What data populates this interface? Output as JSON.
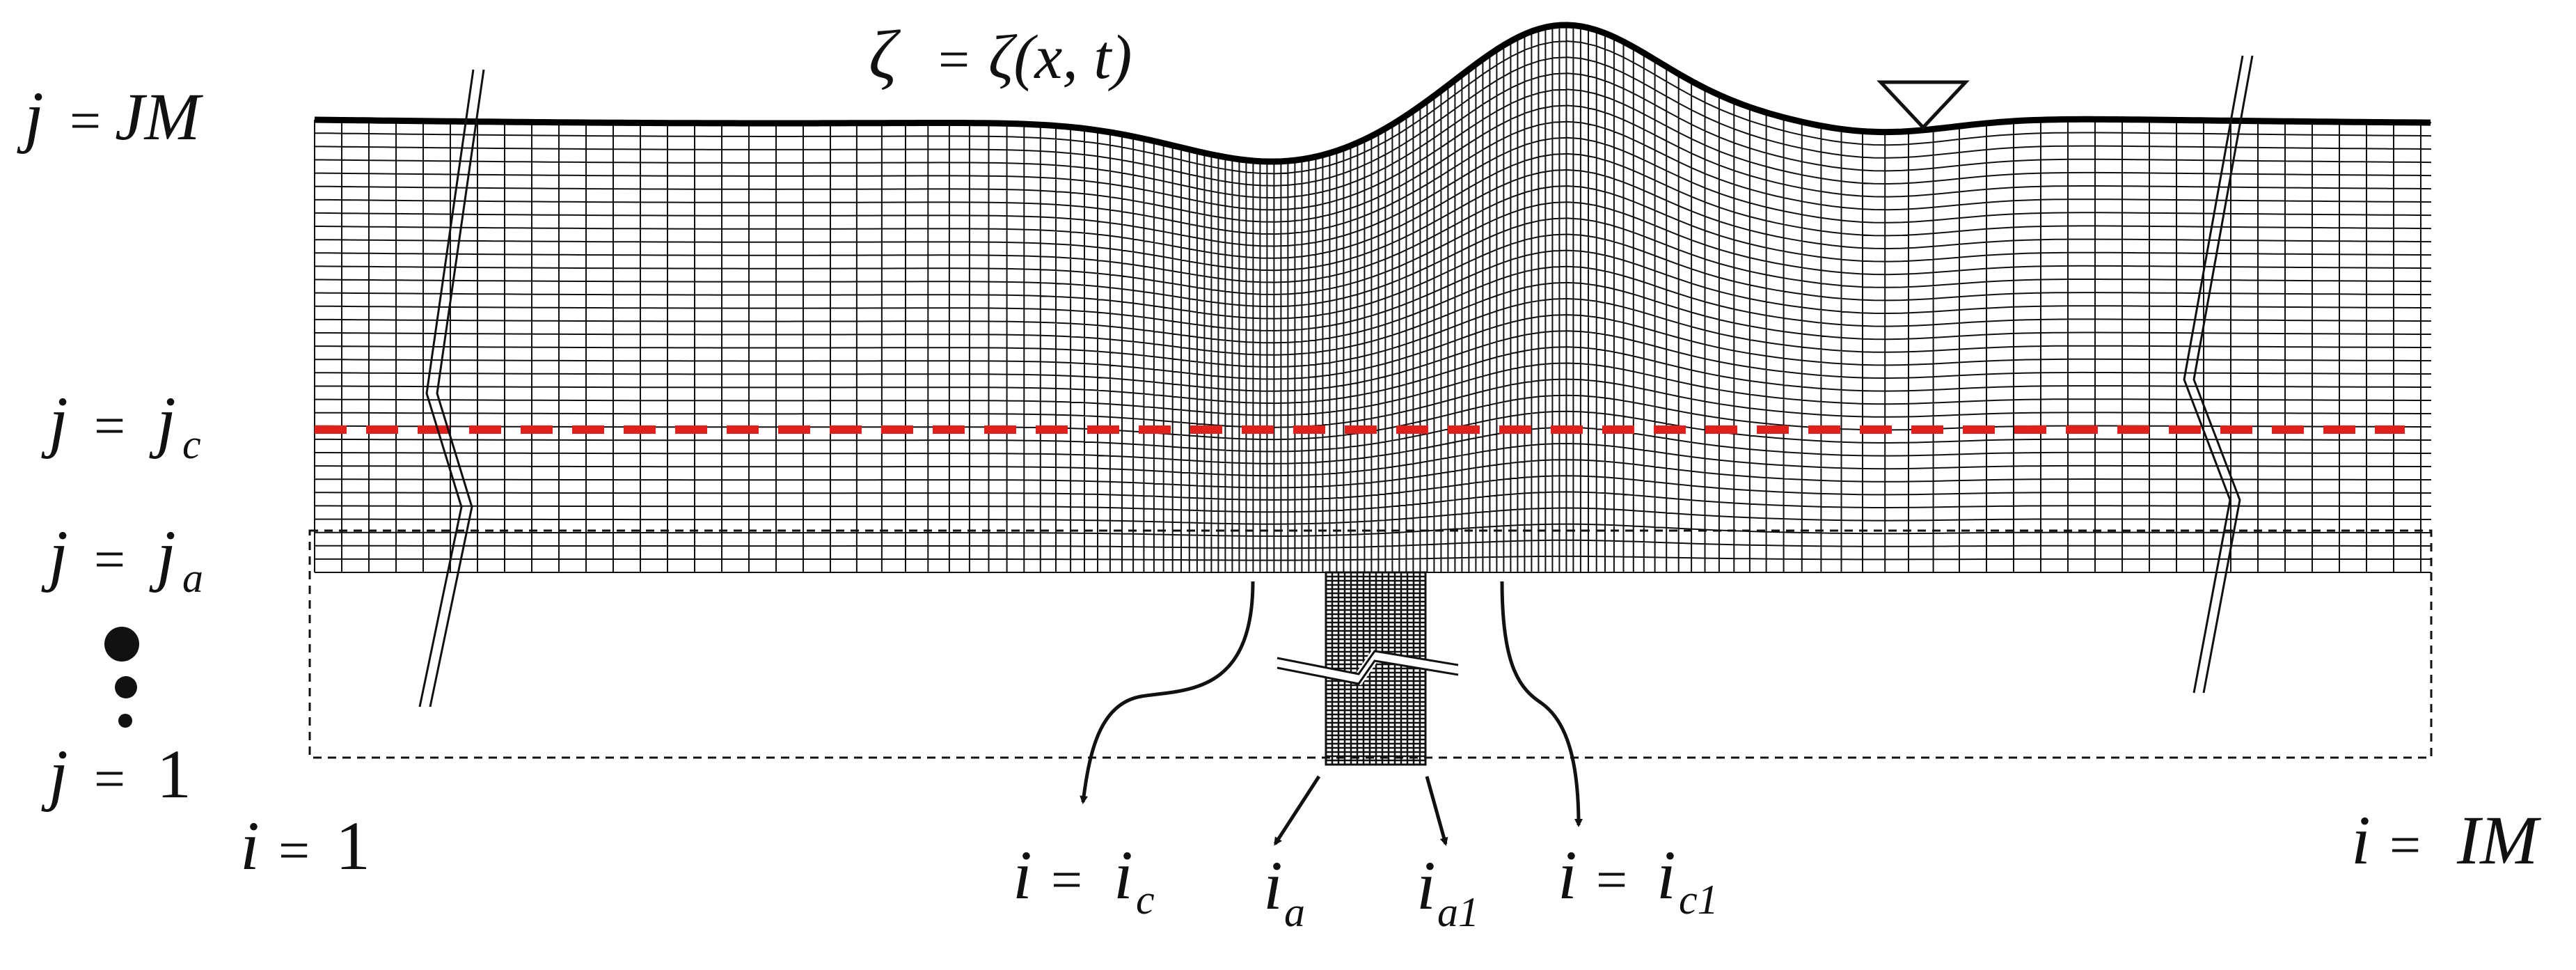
{
  "labels": {
    "surface_equation": {
      "lhs": "ζ",
      "eq": "=",
      "rhs": "ζ(x, t)"
    },
    "j_top": {
      "var": "j",
      "eq": "=",
      "value": "JM"
    },
    "j_c": {
      "var": "j",
      "eq": "=",
      "value": "j",
      "sub": "c"
    },
    "j_a": {
      "var": "j",
      "eq": "=",
      "value": "j",
      "sub": "a"
    },
    "j_1": {
      "var": "j",
      "eq": "=",
      "value": "1"
    },
    "i_1": {
      "var": "i",
      "eq": "=",
      "value": "1"
    },
    "i_IM": {
      "var": "i",
      "eq": "=",
      "value": "IM"
    },
    "i_c": {
      "var": "i",
      "eq": "=",
      "value": "i",
      "sub": "c"
    },
    "i_a": {
      "value": "i",
      "sub": "a"
    },
    "i_a1": {
      "value": "i",
      "sub": "a1"
    },
    "i_c1": {
      "var": "i",
      "eq": "=",
      "value": "i",
      "sub": "c1"
    }
  },
  "colors": {
    "grid_line": "#111111",
    "critical_line": "#e0201b",
    "background": "#ffffff"
  },
  "icons": [
    "free-surface-triangle-icon",
    "break-mark-icon",
    "ellipsis-dots-icon"
  ]
}
